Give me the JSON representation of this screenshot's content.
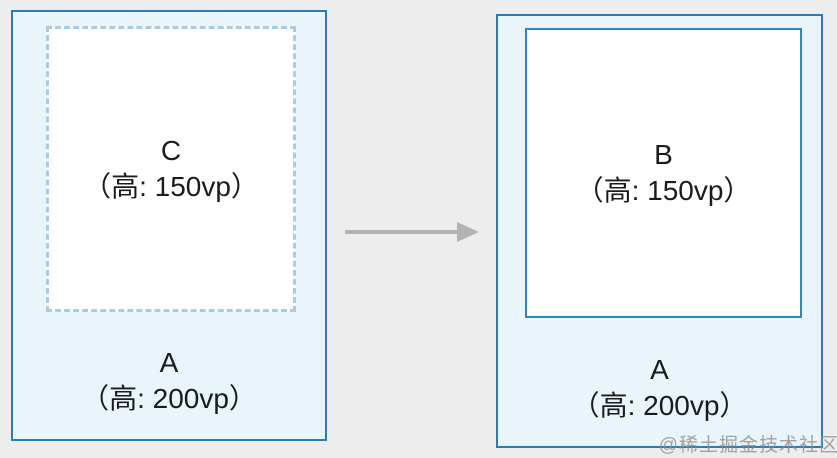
{
  "diagram": {
    "left_panel": {
      "container_label": "A",
      "container_height": "（高: 200vp）",
      "child_label": "C",
      "child_height": "（高: 150vp）"
    },
    "right_panel": {
      "container_label": "A",
      "container_height": "（高: 200vp）",
      "child_label": "B",
      "child_height": "（高: 150vp）"
    },
    "arrow_icon": "arrow-right",
    "watermark": "@稀土掘金技术社区"
  },
  "colors": {
    "canvas_bg": "#ededed",
    "container_bg": "#e9f4fb",
    "container_border": "#2a7cb8",
    "dashed_child_border": "#a9cbe6",
    "solid_child_border": "#2e86c1",
    "arrow": "#b3b3b3",
    "text": "#1b1b1b",
    "watermark": "#8e8e8e"
  }
}
